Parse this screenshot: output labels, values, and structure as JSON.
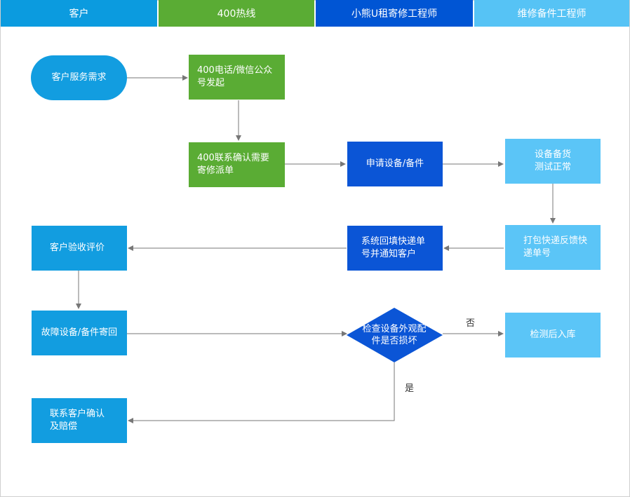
{
  "lanes": {
    "customer": "客户",
    "hotline": "400热线",
    "repair_engineer": "小熊U租寄修工程师",
    "parts_engineer": "维修备件工程师"
  },
  "nodes": {
    "customer_request": "客户服务需求",
    "hotline_initiate": "400电话/微信公众号发起",
    "hotline_confirm": "400联系确认需要寄修派单",
    "apply_parts": "申请设备/备件",
    "stock_test": "设备备货测试正常",
    "pack_ship": "打包快递反馈快递单号",
    "fill_tracking": "系统回填快递单号并通知客户",
    "customer_review": "客户验收评价",
    "return_faulty": "故障设备/备件寄回",
    "inspect": "检查设备外观配件是否损坏",
    "inbound": "检测后入库",
    "contact_comp": "联系客户确认及赔偿"
  },
  "edge_labels": {
    "no": "否",
    "yes": "是"
  },
  "colors": {
    "lane_customer": "#0b9bdf",
    "lane_hotline": "#5aac34",
    "lane_repair": "#0055d4",
    "lane_parts": "#56c3f5",
    "node_customer": "#129de0",
    "node_hotline": "#5aac34",
    "node_repair": "#0b55d6",
    "node_parts": "#5bc5f7",
    "edge": "#777777"
  }
}
